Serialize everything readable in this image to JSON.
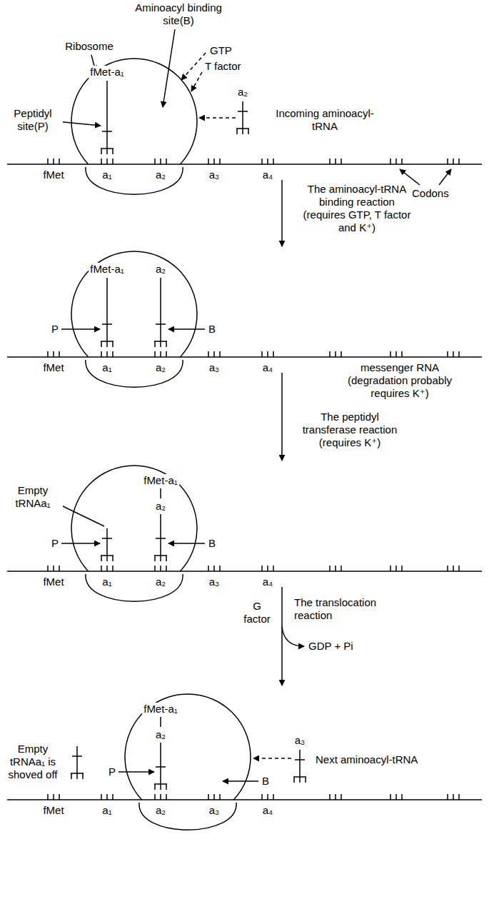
{
  "diagram": {
    "labels": [
      "Aminoacyl binding site(B)",
      "Ribosome",
      "GTP",
      "T factor",
      "fMet-a₁",
      "a₂",
      "Peptidyl site(P)",
      "Incoming aminoacyl-tRNA",
      "Codons",
      "fMet",
      "a₁",
      "a₂",
      "a₃",
      "a₄",
      "The aminoacyl-tRNA binding reaction (requires GTP, T factor and K⁺)",
      "fMet-a₁",
      "a₂",
      "P",
      "B",
      "fMet",
      "a₁",
      "a₂",
      "a₃",
      "a₄",
      "messenger RNA (degradation probably requires K⁺)",
      "The peptidyl transferase reaction (requires K⁺)",
      "fMet-a₁",
      "a₂",
      "Empty tRNAa₁",
      "P",
      "B",
      "fMet",
      "a₁",
      "a₂",
      "a₃",
      "a₄",
      "G factor",
      "The translocation reaction",
      "GDP + Pi",
      "fMet-a₁",
      "a₂",
      "Empty tRNAa₁ is shoved off",
      "P",
      "B",
      "a₃",
      "Next aminoacyl-tRNA",
      "fMet",
      "a₁",
      "a₂",
      "a₃",
      "a₄"
    ]
  }
}
